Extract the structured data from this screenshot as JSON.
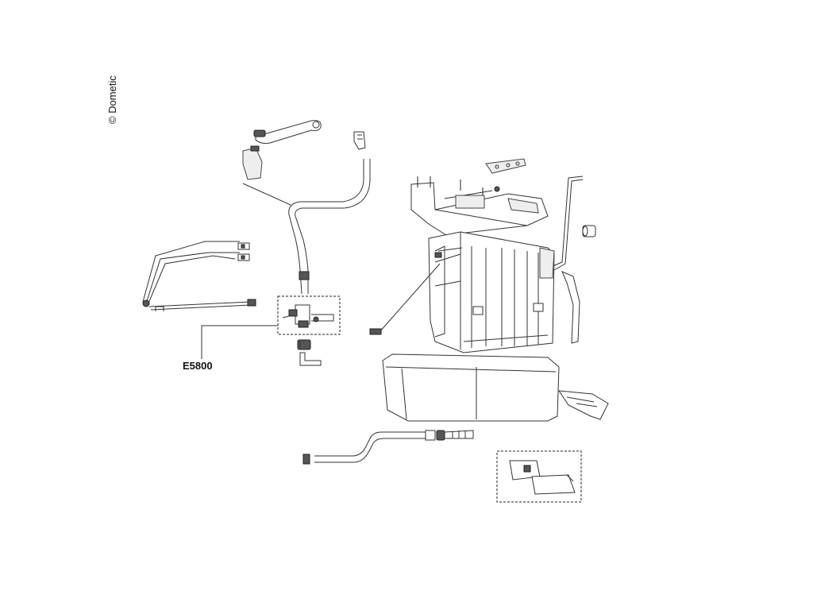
{
  "copyright": "© Dometic",
  "part_labels": {
    "valve_assembly": "E5800"
  },
  "icons": [
    "spare-parts-exploded-diagram"
  ]
}
